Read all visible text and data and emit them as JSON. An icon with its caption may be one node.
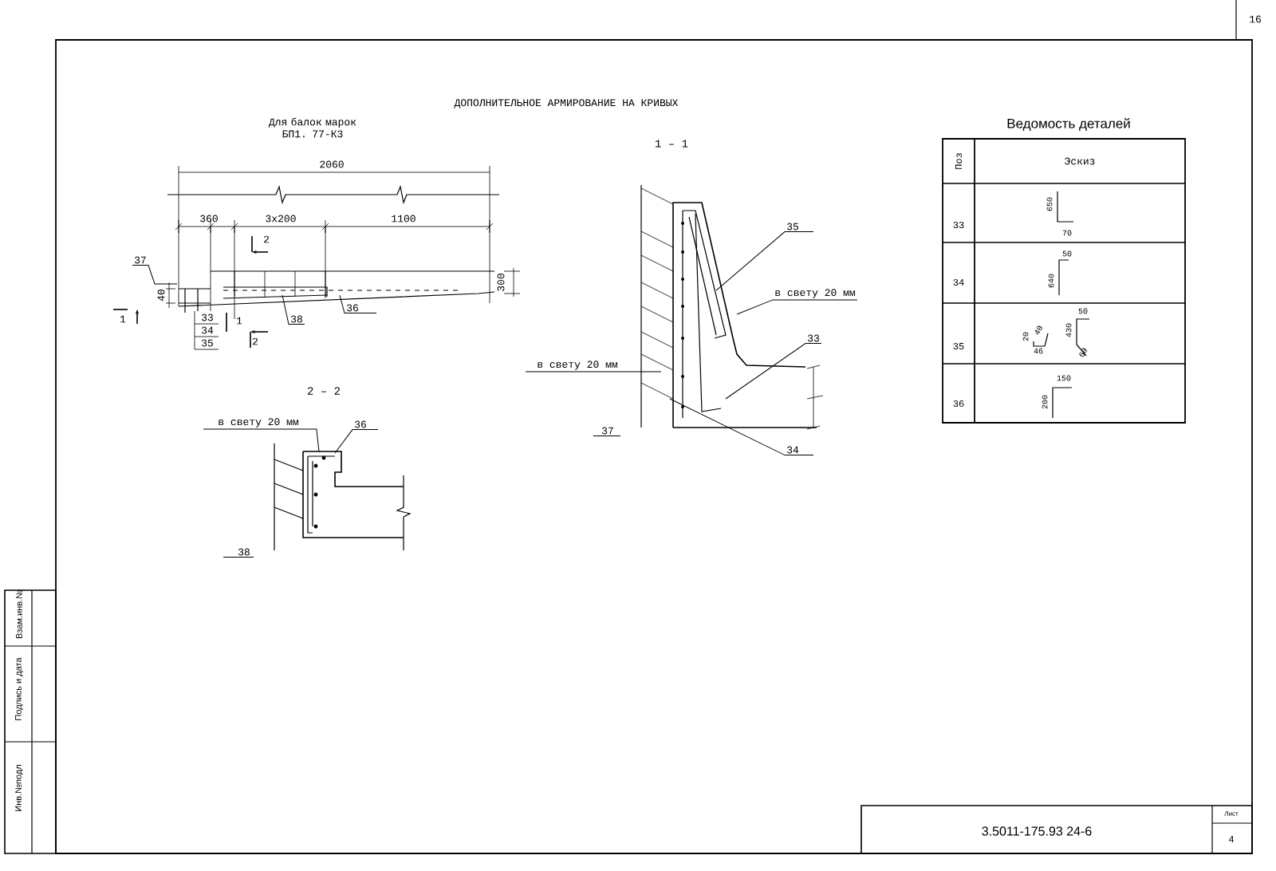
{
  "diagram": {
    "title": "ДОПОЛНИТЕЛЬНОЕ АРМИРОВАНИЕ НА КРИВЫХ",
    "nodes": [
      {
        "text": [
          "37"
        ]
      },
      {
        "text": [
          "38"
        ]
      },
      {
        "text": [
          "36"
        ]
      },
      {
        "text": [
          "36"
        ]
      },
      {
        "text": [
          "в свету 20 мм"
        ]
      },
      {
        "text": [
          "38"
        ]
      },
      {
        "text": [
          "35"
        ]
      },
      {
        "text": [
          "в свету 20 мм"
        ]
      },
      {
        "text": [
          "33"
        ]
      },
      {
        "text": [
          "в свету 20 мм"
        ]
      },
      {
        "text": [
          "37"
        ]
      },
      {
        "text": [
          "34"
        ]
      }
    ],
    "edges": [
      {
        "from": 0,
        "to": null,
        "arrow": "none"
      },
      {
        "from": 1,
        "to": null,
        "arrow": "none"
      },
      {
        "from": 2,
        "to": null,
        "arrow": "none"
      },
      {
        "from": 3,
        "to": null,
        "arrow": "none"
      },
      {
        "from": 4,
        "to": null,
        "arrow": "none"
      },
      {
        "from": 5,
        "to": null,
        "arrow": "none"
      },
      {
        "from": 6,
        "to": null,
        "arrow": "none"
      },
      {
        "from": 7,
        "to": null,
        "arrow": "none"
      },
      {
        "from": 8,
        "to": null,
        "arrow": "none"
      },
      {
        "from": 9,
        "to": null,
        "arrow": "none"
      },
      {
        "from": 10,
        "to": null,
        "arrow": "none"
      },
      {
        "from": 11,
        "to": null,
        "arrow": "none"
      }
    ],
    "labels": [
      "16",
      "Для балок марок БП1. 77-К3",
      "1 – 1",
      "Ведомость деталей",
      "2060",
      "360",
      "3x200",
      "1100",
      "Поз",
      "Эскиз",
      "2",
      "300",
      "33",
      "650",
      "70",
      "40",
      "1",
      "1",
      "2",
      "34",
      "50",
      "640",
      "35",
      "20",
      "40",
      "46",
      "50",
      "430",
      "60",
      "2 – 2",
      "36",
      "150",
      "200",
      "Взам.инв.№",
      "Подпись и дата",
      "Инв.№подл",
      "3.5011-175.93 24-6",
      "Лист",
      "4",
      "33",
      "34",
      "35"
    ]
  }
}
